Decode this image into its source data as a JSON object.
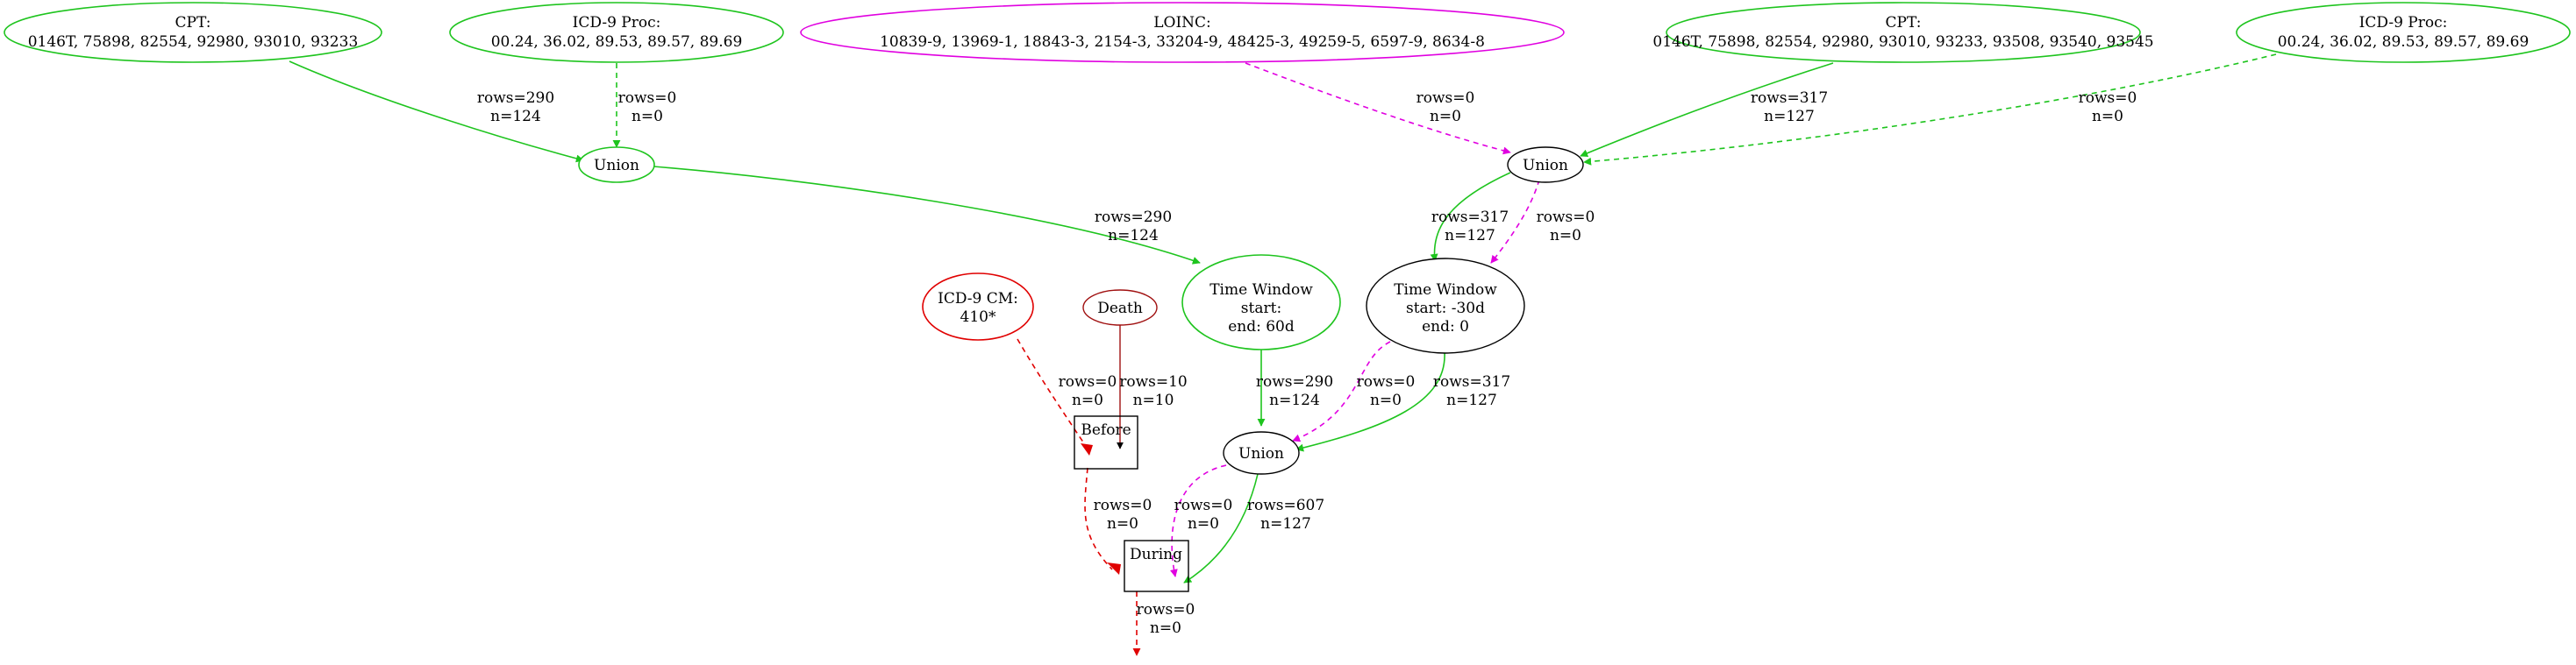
{
  "colors": {
    "green": "#1ec41e",
    "magenta": "#e000e0",
    "red": "#e00000",
    "dark_red": "#a01010",
    "black": "#000000"
  },
  "nodes": {
    "cpt_left": {
      "title": "CPT:",
      "codes": "0146T, 75898, 82554, 92980, 93010, 93233"
    },
    "icd9proc_left": {
      "title": "ICD-9 Proc:",
      "codes": "00.24, 36.02, 89.53, 89.57, 89.69"
    },
    "loinc": {
      "title": "LOINC:",
      "codes": "10839-9, 13969-1, 18843-3, 2154-3, 33204-9, 48425-3, 49259-5, 6597-9, 8634-8"
    },
    "cpt_right": {
      "title": "CPT:",
      "codes": "0146T, 75898, 82554, 92980, 93010, 93233, 93508, 93540, 93545"
    },
    "icd9proc_right": {
      "title": "ICD-9 Proc:",
      "codes": "00.24, 36.02, 89.53, 89.57, 89.69"
    },
    "union_left": {
      "label": "Union"
    },
    "union_right": {
      "label": "Union"
    },
    "time_window_left": {
      "l1": "Time Window",
      "l2": "start:",
      "l3": "end: 60d"
    },
    "time_window_right": {
      "l1": "Time Window",
      "l2": "start: -30d",
      "l3": "end: 0"
    },
    "icd9cm": {
      "title": "ICD-9 CM:",
      "codes": "410*"
    },
    "death": {
      "label": "Death"
    },
    "union_bottom": {
      "label": "Union"
    },
    "before": {
      "label": "Before"
    },
    "during": {
      "label": "During"
    }
  },
  "edges": {
    "cpt_left_to_union_left": {
      "rows": "rows=290",
      "n": "n=124"
    },
    "icd9proc_left_to_union_left": {
      "rows": "rows=0",
      "n": "n=0"
    },
    "loinc_to_union_right": {
      "rows": "rows=0",
      "n": "n=0"
    },
    "cpt_right_to_union_right": {
      "rows": "rows=317",
      "n": "n=127"
    },
    "icd9proc_right_to_union_right": {
      "rows": "rows=0",
      "n": "n=0"
    },
    "union_left_to_tw_left": {
      "rows": "rows=290",
      "n": "n=124"
    },
    "union_right_to_tw_right_green": {
      "rows": "rows=317",
      "n": "n=127"
    },
    "union_right_to_tw_right_magenta": {
      "rows": "rows=0",
      "n": "n=0"
    },
    "icd9cm_to_before": {
      "rows": "rows=0",
      "n": "n=0"
    },
    "death_to_before": {
      "rows": "rows=10",
      "n": "n=10"
    },
    "tw_left_to_union_bottom": {
      "rows": "rows=290",
      "n": "n=124"
    },
    "tw_right_to_union_bottom_magenta": {
      "rows": "rows=0",
      "n": "n=0"
    },
    "tw_right_to_union_bottom_green": {
      "rows": "rows=317",
      "n": "n=127"
    },
    "before_to_during": {
      "rows": "rows=0",
      "n": "n=0"
    },
    "union_bottom_to_during_magenta": {
      "rows": "rows=0",
      "n": "n=0"
    },
    "union_bottom_to_during_green": {
      "rows": "rows=607",
      "n": "n=127"
    },
    "during_output": {
      "rows": "rows=0",
      "n": "n=0"
    }
  }
}
